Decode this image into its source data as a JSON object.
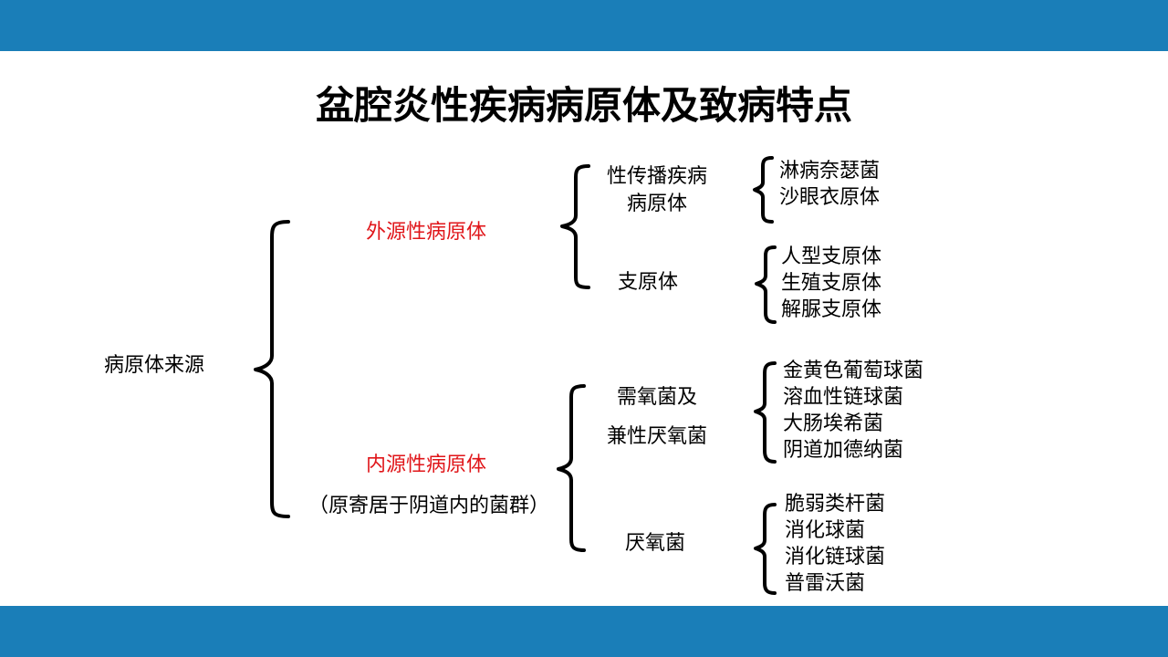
{
  "title": "盆腔炎性疾病病原体及致病特点",
  "root": {
    "label": "病原体来源"
  },
  "exogenous": {
    "label": "外源性病原体",
    "color": "#e0161a",
    "groups": [
      {
        "label_lines": [
          "性传播疾病",
          "病原体"
        ],
        "items": [
          "淋病奈瑟菌",
          "沙眼衣原体"
        ]
      },
      {
        "label_lines": [
          "支原体"
        ],
        "items": [
          "人型支原体",
          "生殖支原体",
          "解脲支原体"
        ]
      }
    ]
  },
  "endogenous": {
    "label": "内源性病原体",
    "note": "（原寄居于阴道内的菌群）",
    "color": "#e0161a",
    "groups": [
      {
        "label_lines": [
          "需氧菌及",
          "兼性厌氧菌"
        ],
        "items": [
          "金黄色葡萄球菌",
          "溶血性链球菌",
          "大肠埃希菌",
          "阴道加德纳菌"
        ]
      },
      {
        "label_lines": [
          "厌氧菌"
        ],
        "items": [
          "脆弱类杆菌",
          "消化球菌",
          "消化链球菌",
          "普雷沃菌"
        ]
      }
    ]
  },
  "colors": {
    "band": "#1a7eb8",
    "text": "#000000",
    "accent": "#e0161a"
  }
}
